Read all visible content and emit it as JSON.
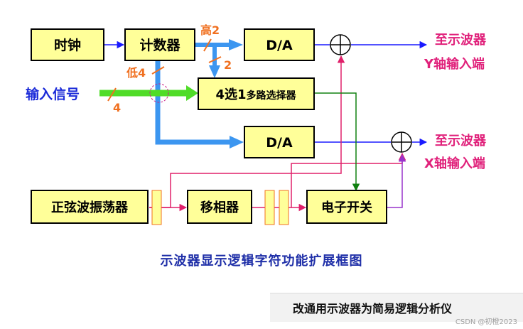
{
  "blocks": {
    "clock": "时钟",
    "counter": "计数器",
    "da_top": "D/A",
    "da_bottom": "D/A",
    "mux_num": "4选1",
    "mux_text": "多路选择器",
    "oscillator": "正弦波振荡器",
    "phase_shifter": "移相器",
    "electronic_switch": "电子开关"
  },
  "labels": {
    "input_signal": "输入信号",
    "high2": "高2",
    "low4": "低4",
    "bits2": "2",
    "bits4": "4",
    "out_y_line1": "至示波器",
    "out_y_line2": "Y轴输入端",
    "out_x_line1": "至示波器",
    "out_x_line2": "X轴输入端"
  },
  "caption": "示波器显示逻辑字符功能扩展框图",
  "subcaption": "改通用示波器为简易逻辑分析仪",
  "watermark": "CSDN @初橙2023",
  "colors": {
    "block_fill": "#ffff99",
    "blue_arrow": "#3c96f0",
    "green_arrow": "#50dc28",
    "navy_line": "#1a1aff",
    "pink_line": "#e0206a",
    "green_line": "#108010",
    "purple_line": "#9933cc",
    "orange_text": "#f07020",
    "magenta_text": "#e0207a",
    "blue_text": "#1a2ad8"
  }
}
